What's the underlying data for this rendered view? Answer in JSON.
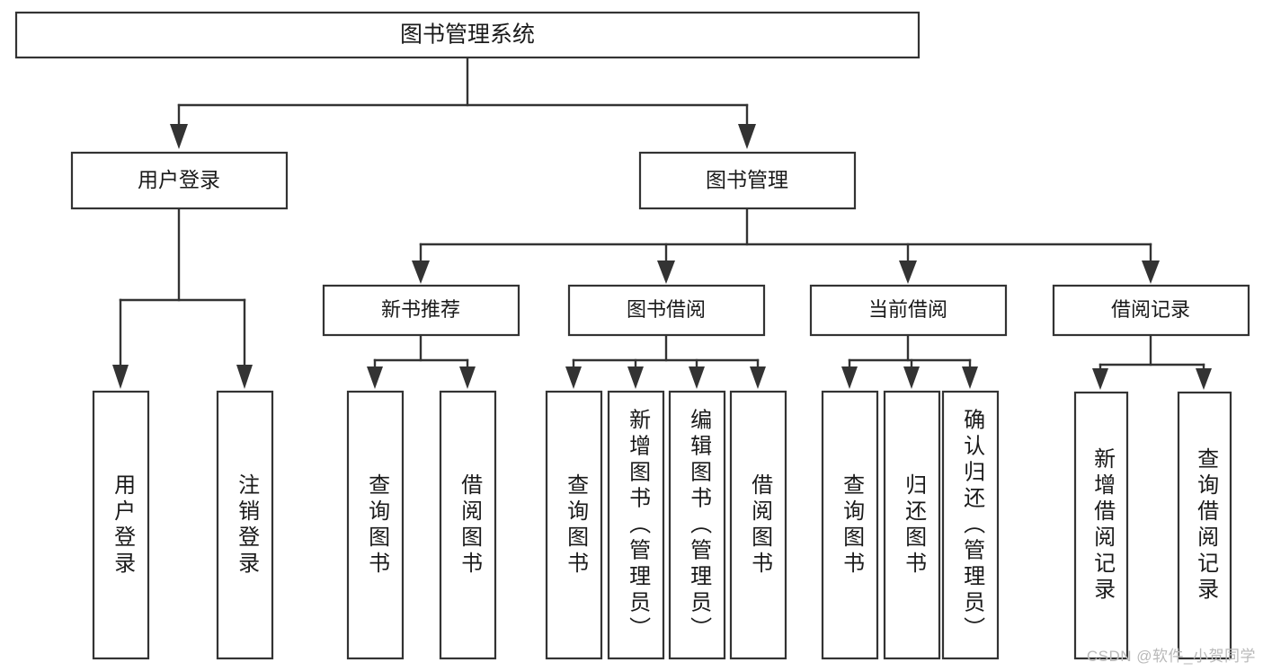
{
  "diagram": {
    "type": "tree-hierarchy",
    "title": "图书管理系统",
    "watermark": "CSDN @软件_小贺同学",
    "colors": {
      "stroke": "#333333",
      "box_fill": "#ffffff",
      "text": "#1a1a1a",
      "background": "#ffffff",
      "watermark": "#b9b9b9"
    },
    "root": {
      "id": "root",
      "label": "图书管理系统"
    },
    "level1": [
      {
        "id": "user-login",
        "label": "用户登录"
      },
      {
        "id": "book-management",
        "label": "图书管理"
      }
    ],
    "level2": [
      {
        "id": "new-book-recommend",
        "label": "新书推荐",
        "parent": "book-management"
      },
      {
        "id": "book-borrow",
        "label": "图书借阅",
        "parent": "book-management"
      },
      {
        "id": "current-borrow",
        "label": "当前借阅",
        "parent": "book-management"
      },
      {
        "id": "borrow-record",
        "label": "借阅记录",
        "parent": "book-management"
      }
    ],
    "leaves": [
      {
        "id": "leaf-user-login",
        "label": "用户登录",
        "parent": "user-login"
      },
      {
        "id": "leaf-logout-login",
        "label": "注销登录",
        "parent": "user-login"
      },
      {
        "id": "leaf-query-book-1",
        "label": "查询图书",
        "parent": "new-book-recommend"
      },
      {
        "id": "leaf-borrow-book-1",
        "label": "借阅图书",
        "parent": "new-book-recommend"
      },
      {
        "id": "leaf-query-book-2",
        "label": "查询图书",
        "parent": "book-borrow"
      },
      {
        "id": "leaf-add-book",
        "label": "新增图书（管理员）",
        "parent": "book-borrow"
      },
      {
        "id": "leaf-edit-book",
        "label": "编辑图书（管理员）",
        "parent": "book-borrow"
      },
      {
        "id": "leaf-borrow-book-2",
        "label": "借阅图书",
        "parent": "book-borrow"
      },
      {
        "id": "leaf-query-book-3",
        "label": "查询图书",
        "parent": "current-borrow"
      },
      {
        "id": "leaf-return-book",
        "label": "归还图书",
        "parent": "current-borrow"
      },
      {
        "id": "leaf-confirm-return",
        "label": "确认归还（管理员）",
        "parent": "current-borrow"
      },
      {
        "id": "leaf-add-record",
        "label": "新增借阅记录",
        "parent": "borrow-record"
      },
      {
        "id": "leaf-query-record",
        "label": "查询借阅记录",
        "parent": "borrow-record"
      }
    ]
  }
}
